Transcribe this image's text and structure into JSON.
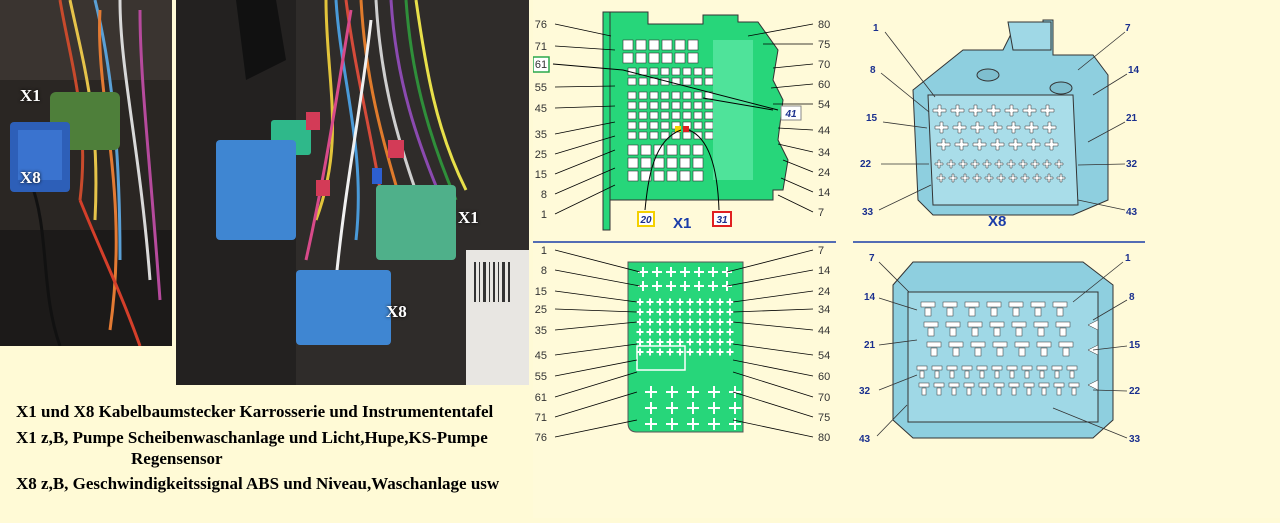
{
  "photo1": {
    "labels": {
      "x1": "X1",
      "x8": "X8"
    }
  },
  "photo2": {
    "labels": {
      "x1": "X1",
      "x8": "X8"
    }
  },
  "caption": {
    "line1": "X1 und X8 Kabelbaumstecker Karrosserie und Instrumententafel",
    "line2": "X1 z,B, Pumpe Scheibenwaschanlage und Licht,Hupe,KS-Pumpe",
    "line3": "Regensensor",
    "line4": "X8 z,B, Geschwindigkeitssignal ABS und Niveau,Waschanlage usw"
  },
  "x1_side": {
    "title": "X1",
    "left_labels": [
      "76",
      "71",
      "61",
      "55",
      "45",
      "35",
      "25",
      "15",
      "8",
      "1"
    ],
    "right_labels": [
      "80",
      "75",
      "70",
      "60",
      "54",
      "44",
      "34",
      "24",
      "14",
      "7"
    ],
    "callouts": {
      "c41": "41",
      "c20": "20",
      "c31": "31"
    }
  },
  "x1_front": {
    "left_labels": [
      "1",
      "8",
      "15",
      "25",
      "35",
      "45",
      "55",
      "61",
      "71",
      "76"
    ],
    "right_labels": [
      "7",
      "14",
      "24",
      "34",
      "44",
      "54",
      "60",
      "70",
      "75",
      "80"
    ]
  },
  "x8_top": {
    "title": "X8",
    "labels": {
      "l1": "1",
      "l8": "8",
      "l15": "15",
      "l22": "22",
      "l33": "33",
      "l7": "7",
      "l14": "14",
      "l21": "21",
      "l32": "32",
      "l43": "43"
    }
  },
  "x8_front": {
    "labels": {
      "l7": "7",
      "l14": "14",
      "l21": "21",
      "l32": "32",
      "l43": "43",
      "l1": "1",
      "l8": "8",
      "l15": "15",
      "l22": "22",
      "l33": "33"
    }
  },
  "colors": {
    "connector_green": "#27d67a",
    "connector_blue": "#8ecfdf",
    "label_blue": "#1a2f8e",
    "callout_yellow": "#f4d000",
    "callout_red": "#e02020"
  }
}
